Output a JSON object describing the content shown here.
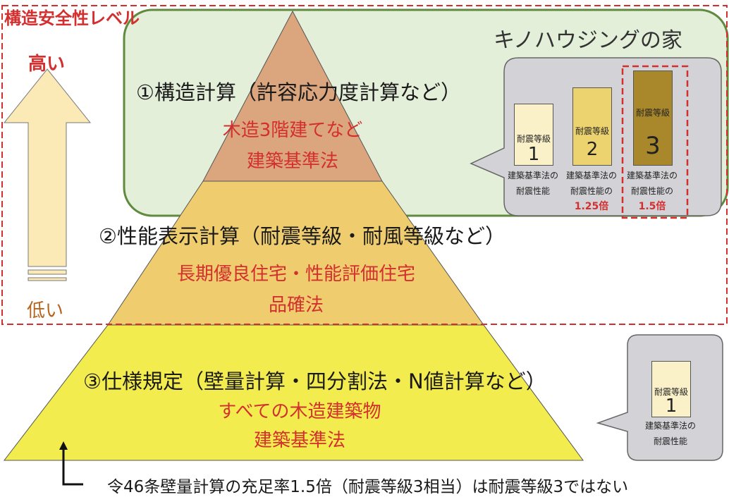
{
  "frame_title": "構造安全性レベル",
  "arrow": {
    "high_label": "高い",
    "low_label": "低い"
  },
  "company_label": "キノハウジングの家",
  "tiers": [
    {
      "heading": "①構造計算（許容応力度計算など）",
      "examples": "木造3階建てなど",
      "law": "建築基準法"
    },
    {
      "heading": "②性能表示計算（耐震等級・耐風等級など）",
      "examples": "長期優良住宅・性能評価住宅",
      "law": "品確法"
    },
    {
      "heading": "③仕様規定（壁量計算・四分割法・N値計算など）",
      "examples": "すべての木造建築物",
      "law": "建築基準法"
    }
  ],
  "grades_top": [
    {
      "title": "耐震等級",
      "num": "1",
      "caption1": "建築基準法の",
      "caption2": "耐震性能",
      "multiplier": "",
      "color": "#fbf1c9"
    },
    {
      "title": "耐震等級",
      "num": "2",
      "caption1": "建築基準法の",
      "caption2": "耐震性能の",
      "multiplier": "1.25倍",
      "color": "#ecd36f"
    },
    {
      "title": "耐震等級",
      "num": "3",
      "caption1": "建築基準法の",
      "caption2": "耐震性能の",
      "multiplier": "1.5倍",
      "color": "#a8882a"
    }
  ],
  "grade_bottom": {
    "title": "耐震等級",
    "num": "1",
    "caption1": "建築基準法の",
    "caption2": "耐震性能"
  },
  "footnote": "令46条壁量計算の充足率1.5倍（耐震等級3相当）は耐震等級3ではない",
  "colors": {
    "tier1": "#dba57e",
    "tier2": "#efcd6e",
    "tier3": "#f2ec4e",
    "company_bg": "#e4efd9",
    "company_border": "#5f8a3f",
    "frame": "#d32f2f",
    "bubble": "#d3d3d7"
  }
}
